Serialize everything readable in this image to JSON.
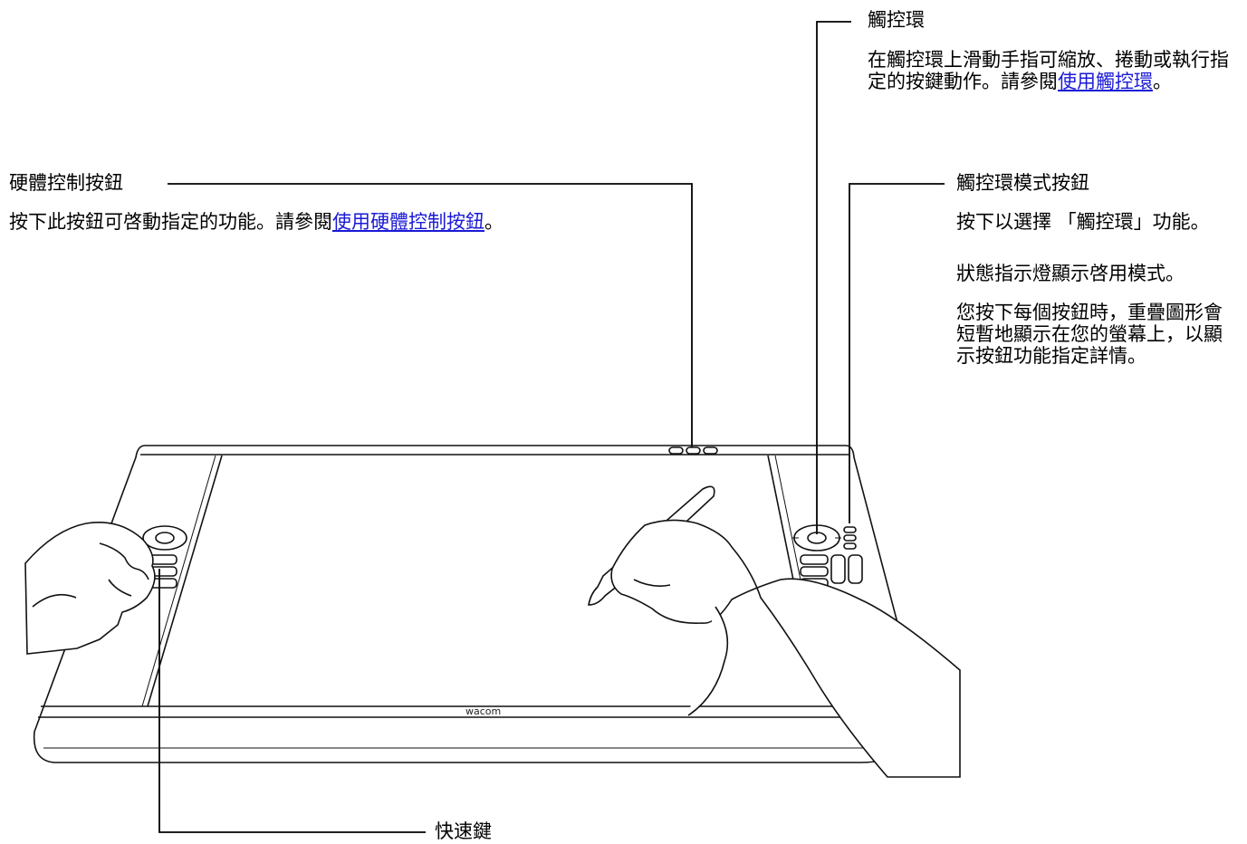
{
  "callouts": {
    "touch_ring": {
      "title": "觸控環",
      "desc_pre": "在觸控環上滑動手指可縮放、捲動或執行指定的按鍵動作。請參閱",
      "link": "使用觸控環",
      "desc_post": "。"
    },
    "hardware_button": {
      "title": "硬體控制按鈕",
      "desc_pre": "按下此按鈕可啓動指定的功能。請參閱",
      "link": "使用硬體控制按鈕",
      "desc_post": "。"
    },
    "touch_ring_mode": {
      "title": "觸控環模式按鈕",
      "p1": "按下以選擇 「觸控環」功能。",
      "p2": "狀態指示燈顯示啓用模式。",
      "p3": "您按下每個按鈕時，重疊圖形會短暫地顯示在您的螢幕上，以顯示按鈕功能指定詳情。"
    },
    "express_keys": {
      "title": "快速鍵"
    }
  },
  "tablet": {
    "brand": "wacom"
  },
  "colors": {
    "link": "#1a1ad6",
    "line": "#000000"
  }
}
